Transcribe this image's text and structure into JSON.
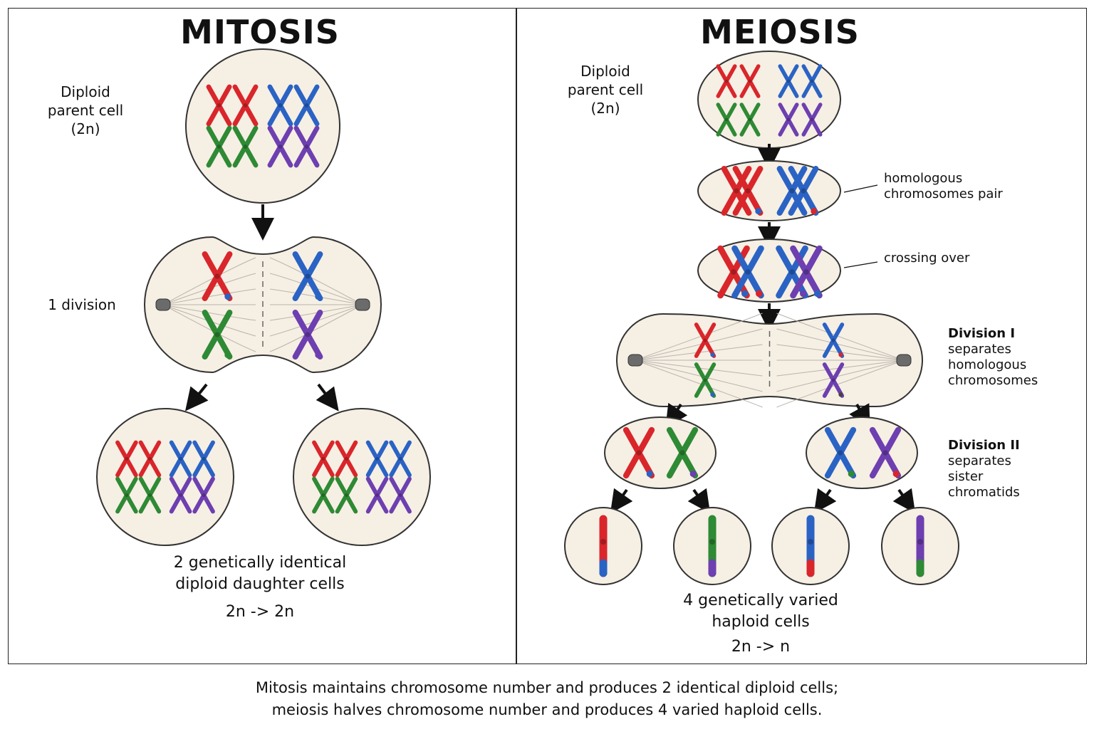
{
  "mitosis": {
    "title": "MITOSIS",
    "parent_label": [
      "Diploid",
      "parent cell",
      "(2n)"
    ],
    "division_label": "1 division",
    "result_label": [
      "2 genetically identical",
      "diploid daughter cells"
    ],
    "ratio": "2n -> 2n"
  },
  "meiosis": {
    "title": "MEIOSIS",
    "parent_label": [
      "Diploid",
      "parent cell",
      "(2n)"
    ],
    "pair_label": [
      "homologous",
      "chromosomes pair"
    ],
    "crossing_label": "crossing over",
    "division1": {
      "title": "Division I",
      "desc": [
        "separates",
        "homologous",
        "chromosomes"
      ]
    },
    "division2": {
      "title": "Division II",
      "desc": [
        "separates",
        "sister",
        "chromatids"
      ]
    },
    "result_label": [
      "4 genetically varied",
      "haploid cells"
    ],
    "ratio": "2n -> n"
  },
  "caption": [
    "Mitosis maintains chromosome number and produces 2 identical diploid cells;",
    "meiosis halves chromosome number and produces 4 varied haploid cells."
  ],
  "colors": {
    "red": "#d9262b",
    "blue": "#2a63c4",
    "green": "#2e8a34",
    "purple": "#6d3fb0",
    "cell_fill": "#f6efe4",
    "cell_stroke": "#333333"
  }
}
